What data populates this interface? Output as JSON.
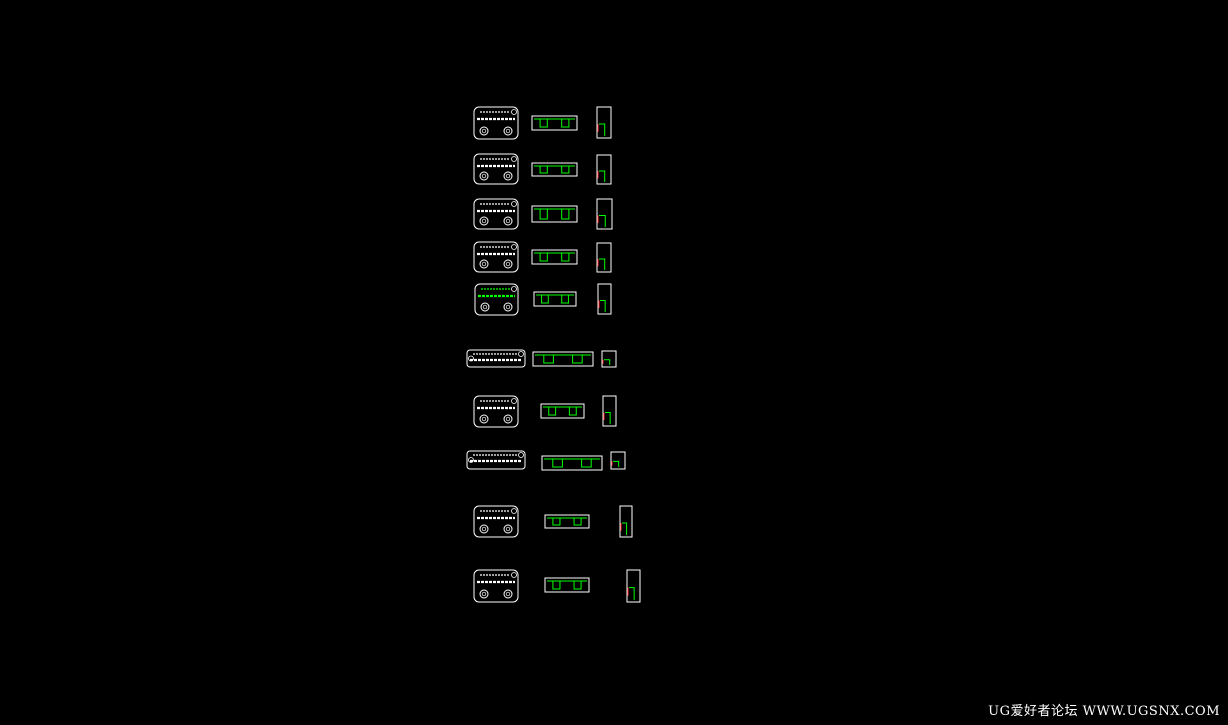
{
  "watermark": "UG爱好者论坛 WWW.UGSNX.COM",
  "colors": {
    "background": "#000000",
    "outline": "#ffffff",
    "feature": "#00ff00",
    "accent": "#ff2020"
  },
  "parts": [
    {
      "type": "rounded"
    },
    {
      "type": "rounded"
    },
    {
      "type": "rounded"
    },
    {
      "type": "rounded"
    },
    {
      "type": "rounded-green"
    },
    {
      "type": "strip"
    },
    {
      "type": "rounded"
    },
    {
      "type": "strip"
    },
    {
      "type": "rounded"
    },
    {
      "type": "rounded"
    }
  ]
}
